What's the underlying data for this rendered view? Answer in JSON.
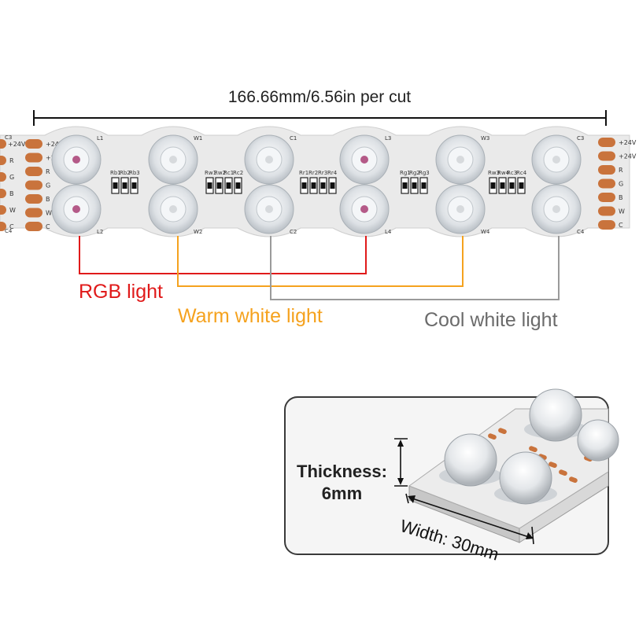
{
  "dimension": {
    "cut_length": "166.66mm/6.56in per cut"
  },
  "channels": {
    "rgb": {
      "label": "RGB light",
      "color": "#e01a1a"
    },
    "warm_white": {
      "label": "Warm white light",
      "color": "#f5a21e"
    },
    "cool_white": {
      "label": "Cool white light",
      "color": "#9a9a9a"
    }
  },
  "inset": {
    "thickness_label": "Thickness:",
    "thickness_value": "6mm",
    "width_label": "Width: 30mm"
  },
  "strip": {
    "pcb_color": "#eaeaea",
    "pad_color": "#c9733c",
    "top_row_leds": [
      "L1",
      "W1",
      "C1",
      "L3",
      "W3",
      "C3"
    ],
    "bottom_row_leds": [
      "L2",
      "W2",
      "C2",
      "L4",
      "W4",
      "C4"
    ],
    "left_pads_outer": [
      "+24V",
      "R",
      "G",
      "B",
      "W",
      "C"
    ],
    "left_pads_inner": [
      "+24V",
      "+24V",
      "R",
      "G",
      "B",
      "W",
      "C"
    ],
    "left_corner_labels": [
      "C3",
      "C4"
    ],
    "right_pads": [
      "+24V",
      "+24V",
      "R",
      "G",
      "B",
      "W",
      "C"
    ],
    "resistor_groups": [
      [
        "Rb1",
        "Rb2",
        "Rb3"
      ],
      [
        "Rw1",
        "Rw2",
        "Rc1",
        "Rc2"
      ],
      [
        "Rr1",
        "Rr2",
        "Rr3",
        "Rr4"
      ],
      [
        "Rg1",
        "Rg2",
        "Rg3"
      ],
      [
        "Rw3",
        "Rw4",
        "Rc3",
        "Rc4"
      ]
    ]
  }
}
